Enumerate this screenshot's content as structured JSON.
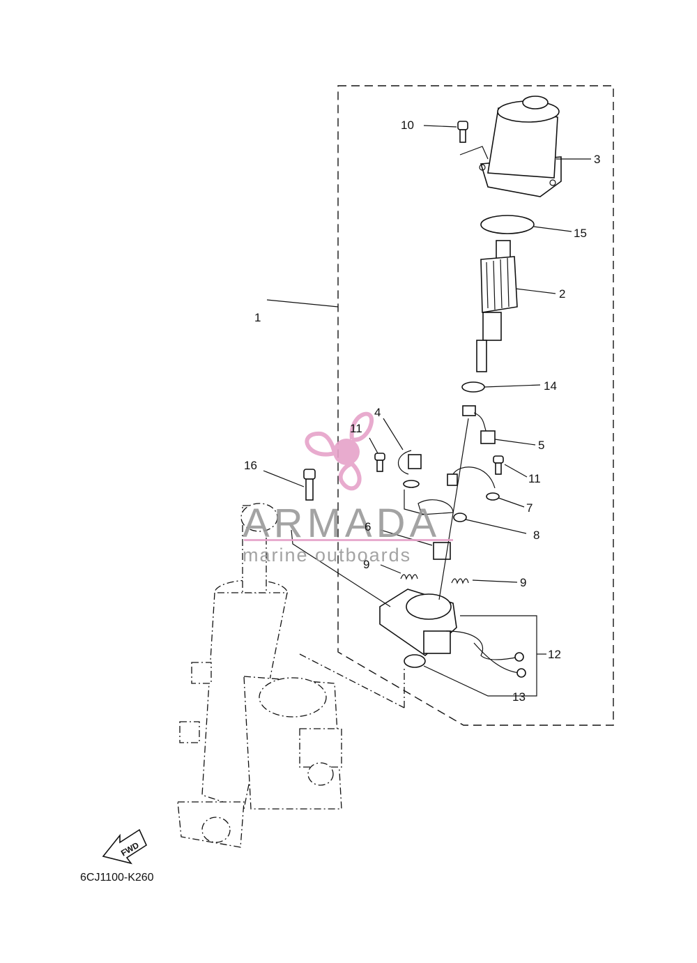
{
  "diagram": {
    "part_code": "6CJ1100-K260",
    "fwd_label": "FWD",
    "callouts": {
      "c1": "1",
      "c2": "2",
      "c3": "3",
      "c4": "4",
      "c5": "5",
      "c6": "6",
      "c7": "7",
      "c8": "8",
      "c9a": "9",
      "c9b": "9",
      "c10": "10",
      "c11a": "11",
      "c11b": "11",
      "c12": "12",
      "c13": "13",
      "c14": "14",
      "c15": "15",
      "c16": "16"
    }
  },
  "watermark": {
    "brand": "ARMADA",
    "tagline": "marine outboards",
    "accent_color": "#e6a3c9",
    "text_color": "#9a9a9a"
  }
}
